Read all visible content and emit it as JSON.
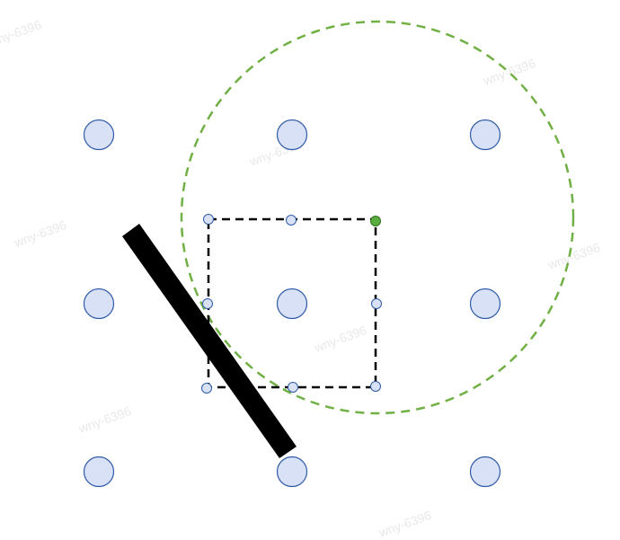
{
  "watermark_text": "wny-6396",
  "colors": {
    "dot_fill": "#d9e1f6",
    "dot_stroke": "#2f5aa8",
    "handle_fill": "#d9e1f6",
    "handle_stroke": "#2f5aa8",
    "active_handle_fill": "#5aad3f",
    "active_handle_stroke": "#2f6f1e",
    "selection_stroke": "#000000",
    "circle_stroke": "#70b045",
    "bar_fill": "#000000"
  },
  "grid": {
    "rows": 3,
    "cols": 3,
    "description_items": [
      "dot-r1c1",
      "dot-r1c2",
      "dot-r1c3",
      "dot-r2c1",
      "dot-r2c2",
      "dot-r2c3",
      "dot-r3c1",
      "dot-r3c2",
      "dot-r3c3"
    ]
  },
  "selection": {
    "handles": [
      "top-left",
      "top-middle",
      "top-right",
      "middle-left",
      "middle-right",
      "bottom-left",
      "bottom-middle",
      "bottom-right"
    ],
    "active_handle": "top-right"
  }
}
